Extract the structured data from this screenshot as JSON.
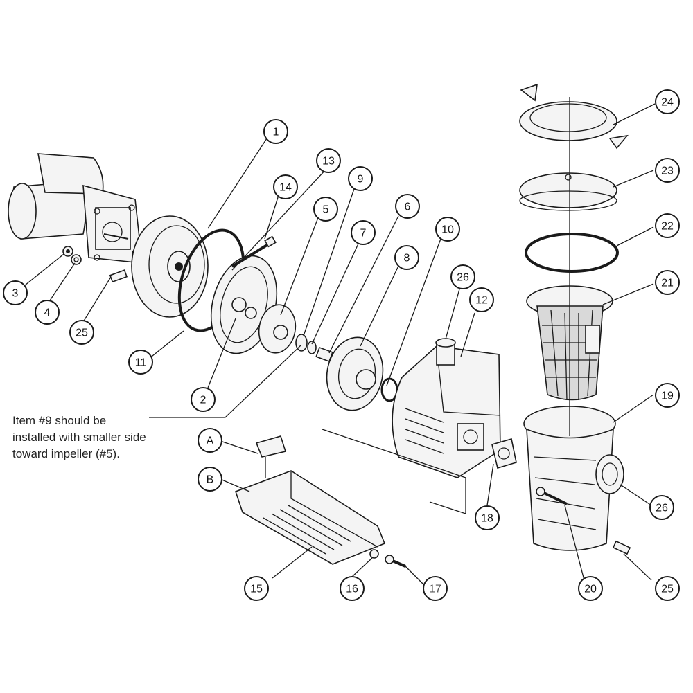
{
  "note": {
    "line1": "Item #9 should be",
    "line2": "installed with smaller side",
    "line3": "toward impeller (#5)."
  },
  "callouts": [
    {
      "id": "1",
      "label": "1"
    },
    {
      "id": "2",
      "label": "2"
    },
    {
      "id": "3",
      "label": "3"
    },
    {
      "id": "4",
      "label": "4"
    },
    {
      "id": "5",
      "label": "5"
    },
    {
      "id": "6",
      "label": "6"
    },
    {
      "id": "7",
      "label": "7"
    },
    {
      "id": "8",
      "label": "8"
    },
    {
      "id": "9",
      "label": "9"
    },
    {
      "id": "10",
      "label": "10"
    },
    {
      "id": "11",
      "label": "11"
    },
    {
      "id": "12",
      "label": "12"
    },
    {
      "id": "13",
      "label": "13"
    },
    {
      "id": "14",
      "label": "14"
    },
    {
      "id": "15",
      "label": "15"
    },
    {
      "id": "16",
      "label": "16"
    },
    {
      "id": "17",
      "label": "17"
    },
    {
      "id": "18",
      "label": "18"
    },
    {
      "id": "19",
      "label": "19"
    },
    {
      "id": "20",
      "label": "20"
    },
    {
      "id": "21",
      "label": "21"
    },
    {
      "id": "22",
      "label": "22"
    },
    {
      "id": "23",
      "label": "23"
    },
    {
      "id": "24",
      "label": "24"
    },
    {
      "id": "25a",
      "label": "25"
    },
    {
      "id": "25b",
      "label": "25"
    },
    {
      "id": "26a",
      "label": "26"
    },
    {
      "id": "26b",
      "label": "26"
    },
    {
      "id": "A",
      "label": "A"
    },
    {
      "id": "B",
      "label": "B"
    }
  ]
}
